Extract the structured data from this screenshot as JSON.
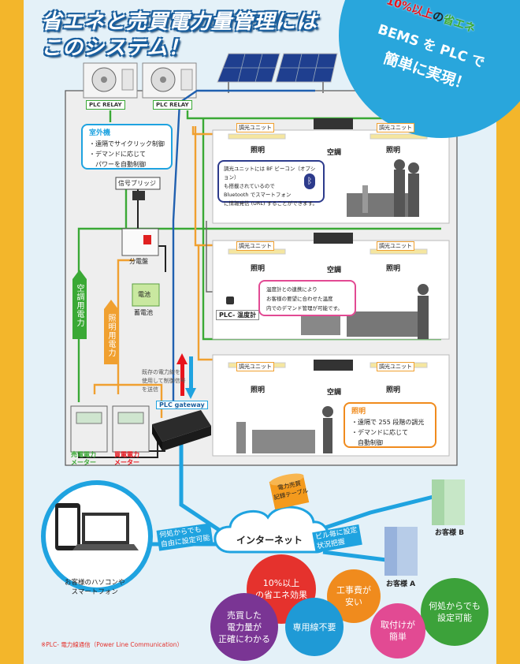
{
  "title": {
    "line1": "省エネと売買電力量管理には",
    "line2": "このシステム！"
  },
  "badge": {
    "line1_highlight": "10%以上",
    "line1_mid": "の",
    "line1_green": "省エネ",
    "line2": "BEMS を PLC で",
    "line3": "簡単に実現！"
  },
  "relays": [
    "PLC RELAY",
    "PLC RELAY"
  ],
  "outdoor_note": {
    "title": "室外機",
    "lines": [
      "・遠隔でサイクリック制御",
      "・デマンドに応じて",
      "　パワーを自動制御"
    ]
  },
  "signal_bridge": "信号ブリッジ",
  "panel": "分電盤",
  "battery_label": "電池",
  "battery_name": "蓄電池",
  "vertical_labels": {
    "aircon": "空調用電力",
    "lighting": "照明用電力"
  },
  "rooms": {
    "dimmer": "調光ユニット",
    "lighting": "照明",
    "aircon": "空調"
  },
  "bluetooth_note": [
    "調光ユニットには BF ビーコン（オプション）",
    "も搭載されているので",
    "Bluetooth でスマートフォン",
    "に情報発信 (URL) することができます。"
  ],
  "thermo_label": "PLC- 温度計",
  "thermo_note": [
    "温度計との連携により",
    "お客様の要望に合わせた温度",
    "内でのデマンド管理が可能です。"
  ],
  "signal_note": [
    "既存の電力線を",
    "使用して制御信号",
    "を送信"
  ],
  "gateway": "PLC gateway",
  "lighting_note": {
    "title": "照明",
    "lines": [
      "・遠隔で 255 段階の調光",
      "・デマンドに応じて",
      "　自動制御"
    ]
  },
  "meters": {
    "sell": [
      "売電電力",
      "メーター"
    ],
    "buy": [
      "買電電力",
      "メーター"
    ]
  },
  "database": [
    "電力売買",
    "記録テーブル"
  ],
  "internet": "インターネット",
  "arrows": {
    "left": [
      "何処からでも",
      "自由に設定可能"
    ],
    "right": [
      "ビル毎に設定",
      "状況把握"
    ]
  },
  "customers": {
    "a": "お客様 A",
    "b": "お客様 B"
  },
  "devices": [
    "お客様のハソコンや",
    "スマートフォン"
  ],
  "benefits": [
    {
      "text": "10%以上\nの省エネ効果",
      "color": "#e5322d"
    },
    {
      "text": "工事費が\n安い",
      "color": "#f08b1d"
    },
    {
      "text": "何処からでも\n設定可能",
      "color": "#3ca23a"
    },
    {
      "text": "売買した\n電力量が\n正確にわかる",
      "color": "#7a3594"
    },
    {
      "text": "専用線不要",
      "color": "#1f9ad6"
    },
    {
      "text": "取付けが\n簡単",
      "color": "#e24a93"
    }
  ],
  "footnote": "※PLC- 電力線通信（Power Line Communication）",
  "colors": {
    "green": "#3aa935",
    "orange": "#f0a030",
    "blue": "#2060b0",
    "cyan": "#1fa3e0",
    "gray": "#6a6a6a",
    "border": "#555555"
  }
}
